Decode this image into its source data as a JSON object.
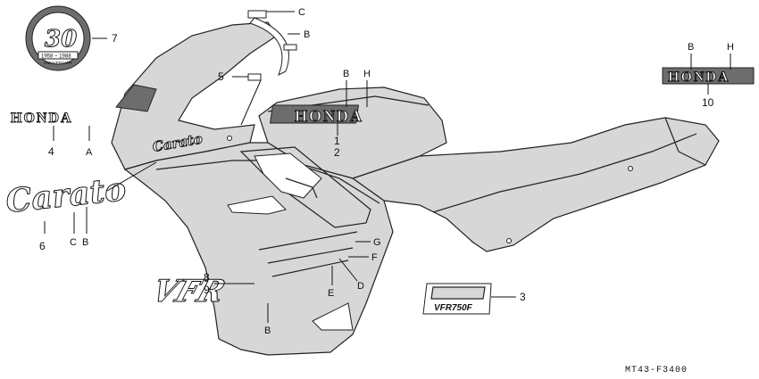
{
  "callouts": {
    "c7": "7",
    "c4": "4",
    "cA": "A",
    "c6": "6",
    "cC_carat": "C",
    "cB_carat": "B",
    "c5": "5",
    "cC_top": "C",
    "cB_top": "B",
    "cB_tank": "B",
    "cH_tank": "H",
    "c1": "1",
    "c2": "2",
    "cB_right": "B",
    "cH_right": "H",
    "c10": "10",
    "cG": "G",
    "cF": "F",
    "cD": "D",
    "cE": "E",
    "c8": "8",
    "c9": "9",
    "cB_vfr": "B",
    "c3": "3"
  },
  "decals": {
    "honda_left": "HONDA",
    "honda_tank": "HONDA",
    "honda_right": "HONDA",
    "carat": "Carato",
    "side_script": "Carato",
    "vfr": "VFR",
    "vfr750f": "VFR750F",
    "anniv_number": "30",
    "anniv_years": "1958 ~ 1988",
    "anniv_word": "ANNIVERSARY"
  },
  "diagram_code": "MT43-F3400"
}
